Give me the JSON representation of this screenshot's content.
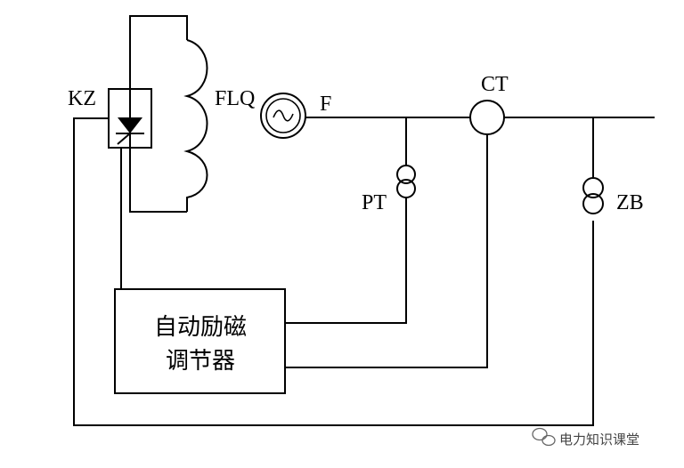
{
  "labels": {
    "kz": "KZ",
    "flq": "FLQ",
    "f": "F",
    "ct": "CT",
    "pt": "PT",
    "zb": "ZB"
  },
  "regulator": {
    "line1": "自动励磁",
    "line2": "调节器"
  },
  "watermark": {
    "text": "电力知识课堂"
  }
}
